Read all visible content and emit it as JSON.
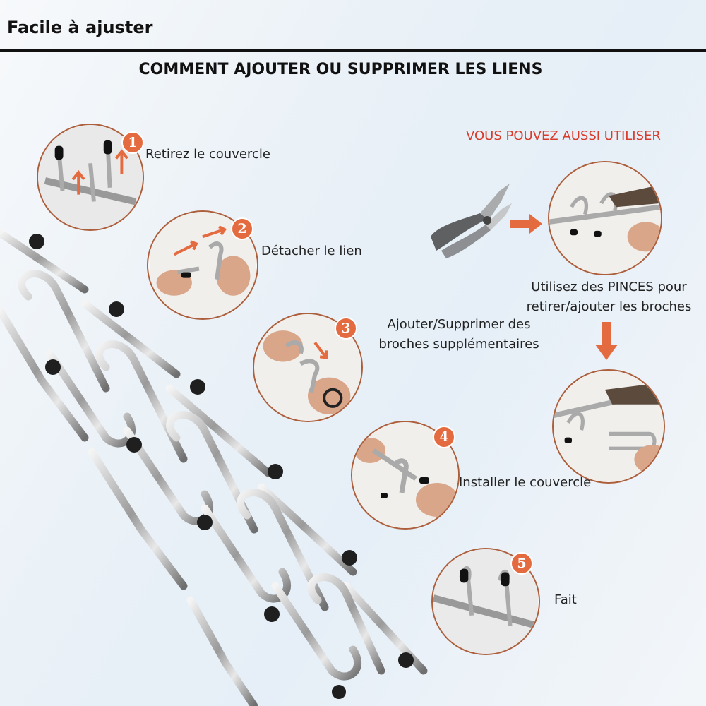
{
  "header": {
    "title": "Facile à ajuster"
  },
  "main_title": "COMMENT AJOUTER OU SUPPRIMER LES LIENS",
  "steps": [
    {
      "number": "1",
      "caption": "Retirez le couvercle"
    },
    {
      "number": "2",
      "caption": "Détacher le lien"
    },
    {
      "number": "3",
      "caption_line1": "Ajouter/Supprimer des",
      "caption_line2": "broches supplémentaires"
    },
    {
      "number": "4",
      "caption": "Installer le couvercle"
    },
    {
      "number": "5",
      "caption": "Fait"
    }
  ],
  "alternative": {
    "heading": "VOUS POUVEZ AUSSI UTILISER",
    "caption_line1": "Utilisez des PINCES pour",
    "caption_line2": "retirer/ajouter les broches"
  },
  "icons": {
    "arrow": "arrow-right-icon",
    "pliers": "pliers-icon"
  },
  "colors": {
    "accent": "#e46a3f",
    "alert_red": "#d93b2b",
    "circle_border": "#ad5e3b"
  }
}
